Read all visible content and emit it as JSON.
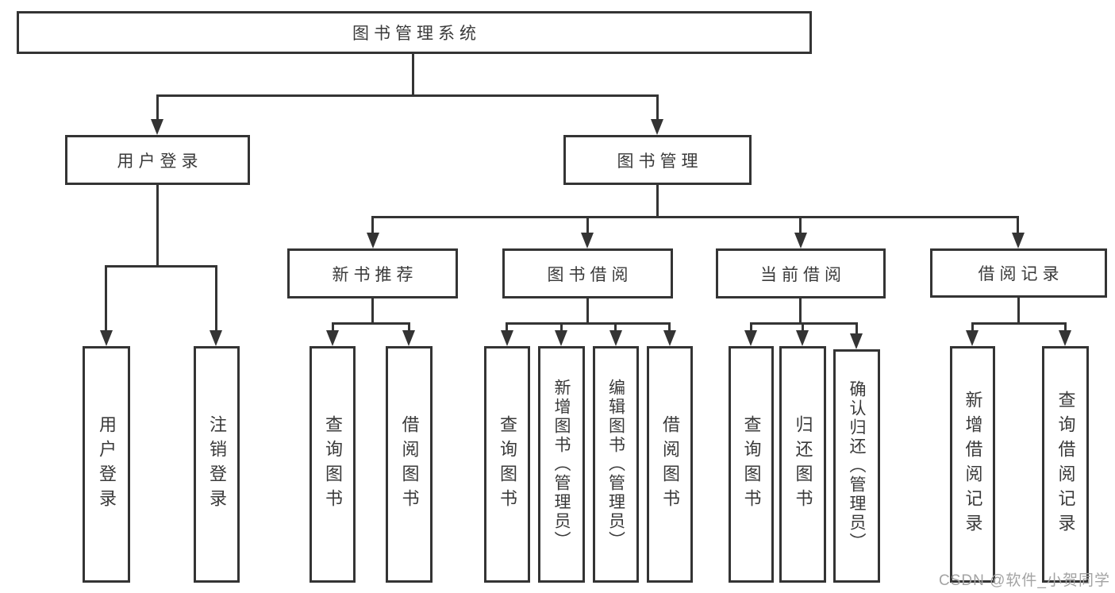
{
  "tree": {
    "root": {
      "label": "图书管理系统"
    },
    "level2": [
      {
        "label": "用户登录",
        "leaves": [
          {
            "label": "用户登录"
          },
          {
            "label": "注销登录"
          }
        ]
      },
      {
        "label": "图书管理",
        "groups": [
          {
            "label": "新书推荐",
            "leaves": [
              {
                "label": "查询图书"
              },
              {
                "label": "借阅图书"
              }
            ]
          },
          {
            "label": "图书借阅",
            "leaves": [
              {
                "label": "查询图书"
              },
              {
                "label": "新增图书（管理员）"
              },
              {
                "label": "编辑图书（管理员）"
              },
              {
                "label": "借阅图书"
              }
            ]
          },
          {
            "label": "当前借阅",
            "leaves": [
              {
                "label": "查询图书"
              },
              {
                "label": "归还图书"
              },
              {
                "label": "确认归还（管理员）"
              }
            ]
          },
          {
            "label": "借阅记录",
            "leaves": [
              {
                "label": "新增借阅记录"
              },
              {
                "label": "查询借阅记录"
              }
            ]
          }
        ]
      }
    ]
  },
  "watermark": {
    "text": "CSDN @软件_小贺同学"
  },
  "colors": {
    "line": "#343434",
    "text": "#3a3a3a",
    "box_fill": "#ffffff",
    "background": "#ffffff",
    "watermark": "#a3a3a3"
  }
}
